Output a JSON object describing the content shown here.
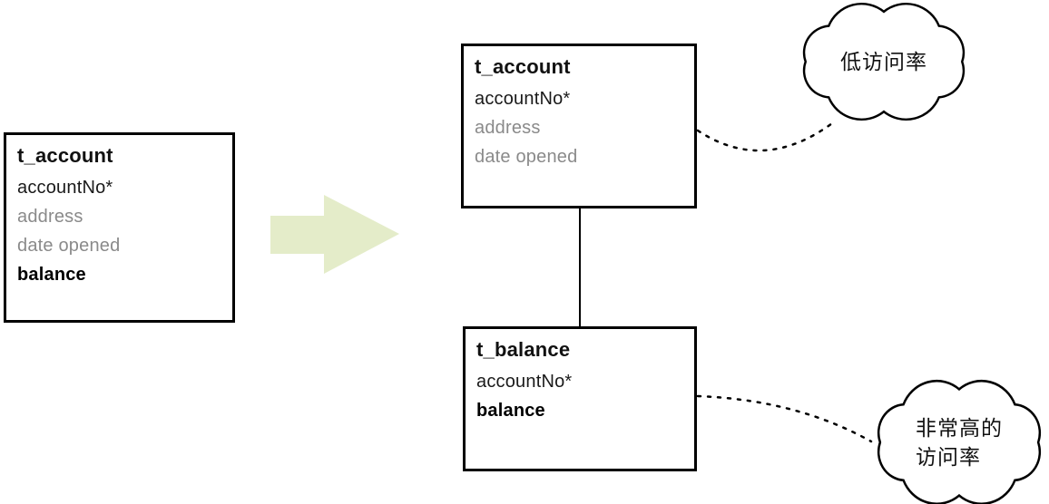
{
  "source_table": {
    "title": "t_account",
    "fields": [
      {
        "text": "accountNo*"
      },
      {
        "text": "address"
      },
      {
        "text": "date opened"
      },
      {
        "text": "balance"
      }
    ]
  },
  "split_top_table": {
    "title": "t_account",
    "fields": [
      {
        "text": "accountNo*"
      },
      {
        "text": "address"
      },
      {
        "text": "date opened"
      }
    ]
  },
  "split_bottom_table": {
    "title": "t_balance",
    "fields": [
      {
        "text": "accountNo*"
      },
      {
        "text": "balance"
      }
    ]
  },
  "annotations": {
    "top_cloud_label": "低访问率",
    "bottom_cloud_label_line1": "非常高的",
    "bottom_cloud_label_line2": "访问率"
  },
  "colors": {
    "arrow_fill": "#e4ecc9",
    "muted_text": "#8a8a8a",
    "stroke": "#000000"
  }
}
